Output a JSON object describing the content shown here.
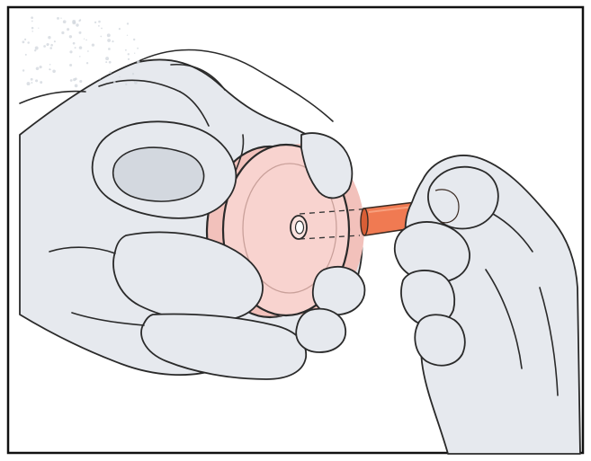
{
  "figure": {
    "subject": "hands-inserting-pin-into-wheel",
    "colors": {
      "background": "#ffffff",
      "frame": "#111111",
      "glove_fill": "#e6e9ee",
      "glove_shadow": "#d3d8df",
      "glove_stroke": "#2a2a2a",
      "wheel_face": "#f8d3cf",
      "wheel_rim": "#f2c1bb",
      "wheel_stroke": "#2a2a2a",
      "pin_fill": "#f07a52",
      "pin_dark": "#d85e36",
      "pin_stroke": "#3a2a22",
      "guide_line": "#333333"
    },
    "icons": [
      "left-hand-glove",
      "right-hand-glove",
      "wheel-disc",
      "axle-pin",
      "insertion-guide-lines"
    ]
  }
}
